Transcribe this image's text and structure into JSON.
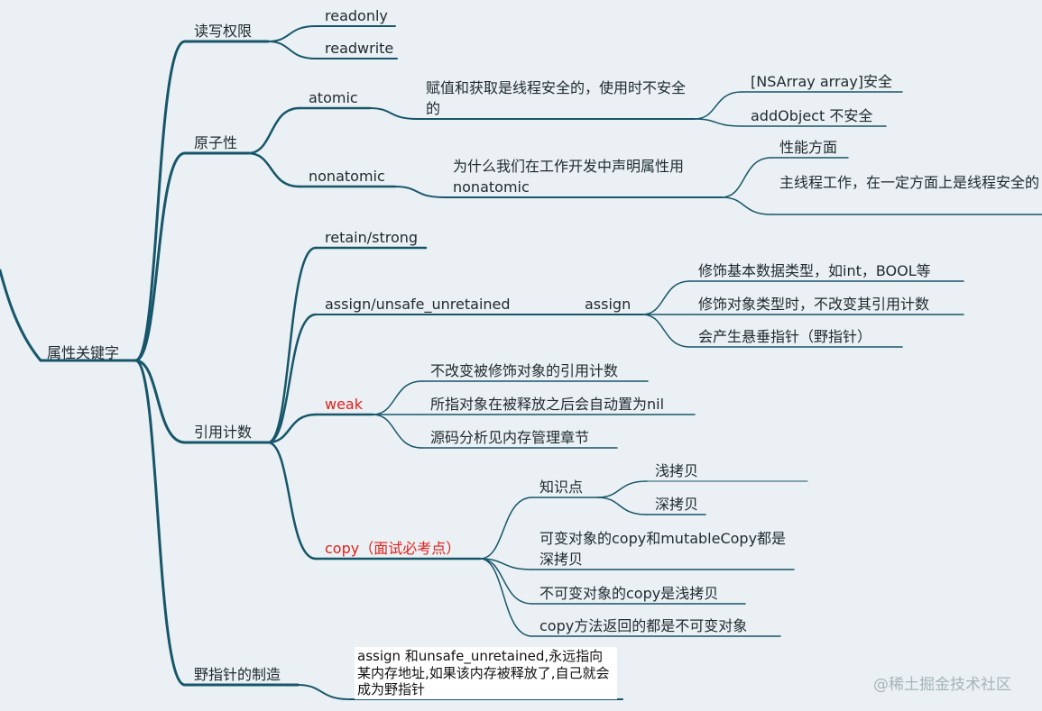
{
  "colors": {
    "line": "#17566a",
    "text": "#1e2a30",
    "highlight": "#e0211c",
    "background": "#eaf0f3"
  },
  "root": "属性关键字",
  "sections": {
    "rw": {
      "label": "读写权限",
      "items": [
        "readonly",
        "readwrite"
      ]
    },
    "atom": {
      "label": "原子性",
      "atomic": {
        "label": "atomic",
        "desc": "赋值和获取是线程安全的，使用时不安全的",
        "items": [
          "[NSArray array]安全",
          "addObject 不安全"
        ]
      },
      "nonatomic": {
        "label": "nonatomic",
        "desc": "为什么我们在工作开发中声明属性用nonatomic",
        "items": [
          "性能方面",
          "主线程工作，在一定方面上是线程安全的"
        ]
      }
    },
    "ref": {
      "label": "引用计数",
      "retain": "retain/strong",
      "assign_group": {
        "label": "assign/unsafe_unretained",
        "sub": "assign",
        "items": [
          "修饰基本数据类型，如int，BOOL等",
          "修饰对象类型时，不改变其引用计数",
          "会产生悬垂指针（野指针）"
        ]
      },
      "weak": {
        "label": "weak",
        "items": [
          "不改变被修饰对象的引用计数",
          "所指对象在被释放之后会自动置为nil",
          "源码分析见内存管理章节"
        ]
      },
      "copy": {
        "label": "copy（面试必考点）",
        "knowledge": {
          "label": "知识点",
          "items": [
            "浅拷贝",
            "深拷贝"
          ]
        },
        "items": [
          "可变对象的copy和mutableCopy都是深拷贝",
          "不可变对象的copy是浅拷贝",
          "copy方法返回的都是不可变对象"
        ]
      }
    },
    "wild": {
      "label": "野指针的制造",
      "note": "assign 和unsafe_unretained,永远指向某内存地址,如果该内存被释放了,自己就会成为野指针"
    }
  },
  "watermark": "@稀土掘金技术社区"
}
